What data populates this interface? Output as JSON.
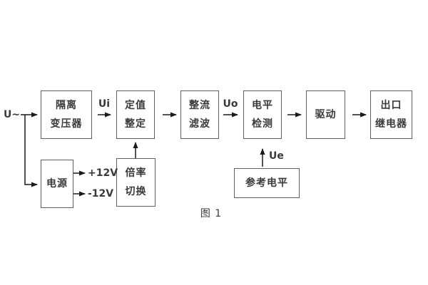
{
  "figure": {
    "caption": "图 1",
    "colors": {
      "background": "#ffffff",
      "box_border": "#5f5f5f",
      "text": "#3a3a3a",
      "line": "#1a1a1a"
    }
  },
  "blocks": {
    "isolation_transformer": {
      "line1": "隔离",
      "line2": "变压器"
    },
    "setting_adjust": {
      "line1": "定值",
      "line2": "整定"
    },
    "rectifier_filter": {
      "line1": "整流",
      "line2": "滤波"
    },
    "level_detect": {
      "line1": "电平",
      "line2": "检测"
    },
    "driver": {
      "label": "驱动"
    },
    "output_relay": {
      "line1": "出口",
      "line2": "继电器"
    },
    "power_supply": {
      "label": "电源"
    },
    "ratio_switch": {
      "line1": "倍率",
      "line2": "切换"
    },
    "reference_level": {
      "label": "参考电平"
    }
  },
  "signals": {
    "input": "U~",
    "ui": "Ui",
    "uo": "Uo",
    "ue": "Ue",
    "plus12": "+12V",
    "minus12": "-12V"
  }
}
